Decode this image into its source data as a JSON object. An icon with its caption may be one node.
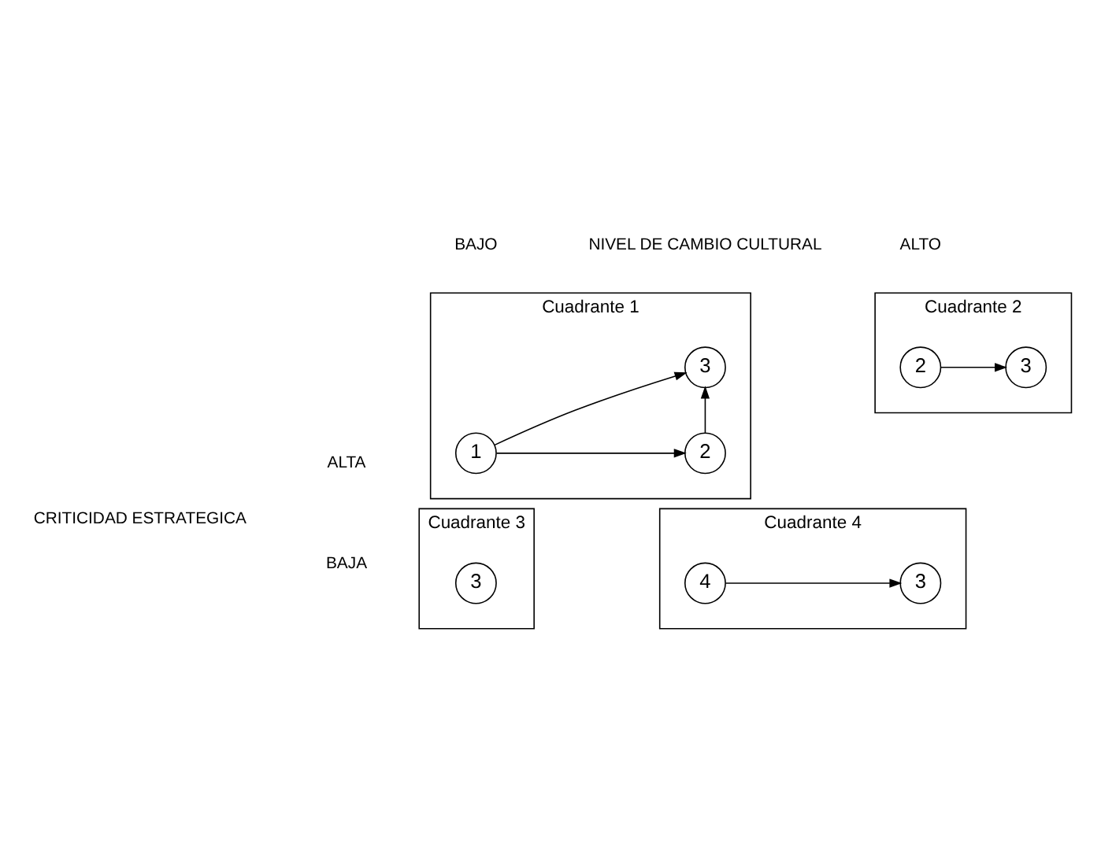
{
  "diagram": {
    "nodes": [
      {
        "text": [
          "Cuadrante 1"
        ]
      },
      {
        "text": [
          "1"
        ],
        "in": 0
      },
      {
        "text": [
          "2"
        ],
        "in": 0
      },
      {
        "text": [
          "3"
        ],
        "in": 0
      },
      {
        "text": [
          "Cuadrante 2"
        ]
      },
      {
        "text": [
          "2"
        ],
        "in": 4
      },
      {
        "text": [
          "3"
        ],
        "in": 4
      },
      {
        "text": [
          "Cuadrante 3"
        ]
      },
      {
        "text": [
          "3"
        ],
        "in": 7
      },
      {
        "text": [
          "Cuadrante 4"
        ]
      },
      {
        "text": [
          "4"
        ],
        "in": 9
      },
      {
        "text": [
          "3"
        ],
        "in": 9
      }
    ],
    "edges": [
      {
        "from": 1,
        "to": 2,
        "arrow": "to"
      },
      {
        "from": 1,
        "to": 3,
        "arrow": "to"
      },
      {
        "from": 2,
        "to": 3,
        "arrow": "to"
      },
      {
        "from": 5,
        "to": 6,
        "arrow": "to"
      },
      {
        "from": 10,
        "to": 11,
        "arrow": "to"
      }
    ],
    "labels": [
      "NIVEL DE CAMBIO CULTURAL",
      "BAJO",
      "ALTO",
      "CRITICIDAD ESTRATEGICA",
      "ALTA",
      "BAJA"
    ]
  }
}
